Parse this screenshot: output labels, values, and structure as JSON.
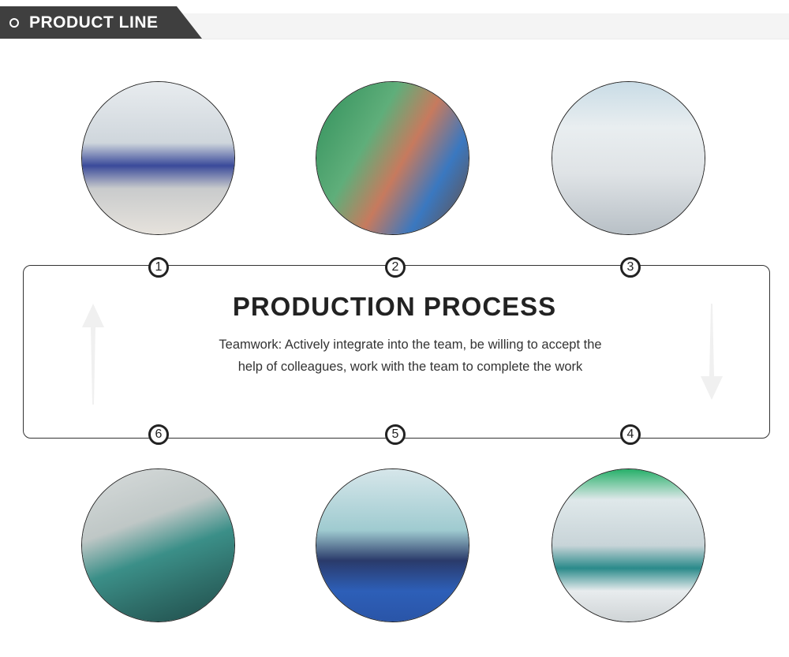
{
  "header": {
    "title": "PRODUCT LINE",
    "icon": "circle-icon"
  },
  "process": {
    "title": "PRODUCTION PROCESS",
    "description": "Teamwork: Actively integrate into the team, be willing to accept the help of colleagues, work with the team to complete the work"
  },
  "steps": [
    {
      "number": "1"
    },
    {
      "number": "2"
    },
    {
      "number": "3"
    },
    {
      "number": "4"
    },
    {
      "number": "5"
    },
    {
      "number": "6"
    }
  ]
}
